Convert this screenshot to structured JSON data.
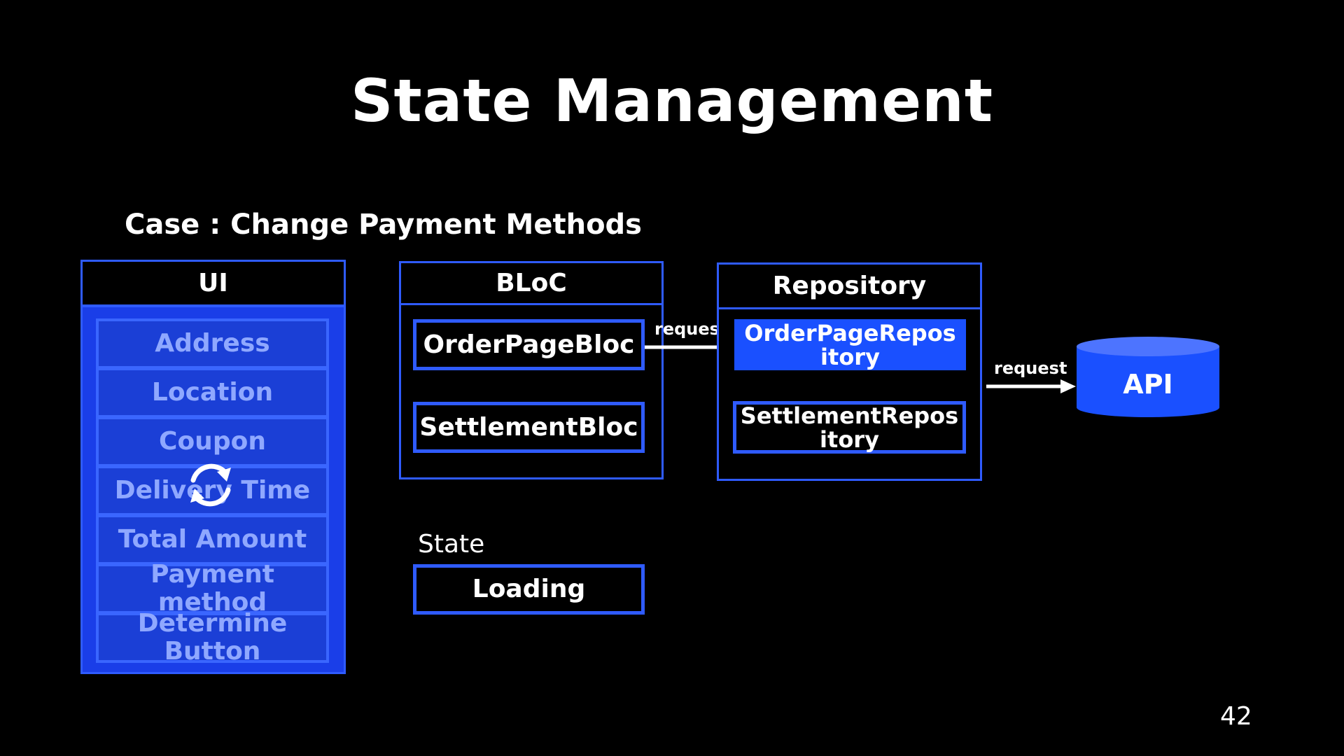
{
  "slide": {
    "title": "State Management",
    "subtitle": "Case : Change Payment Methods",
    "page_number": "42"
  },
  "ui": {
    "header": "UI",
    "items": [
      "Address",
      "Location",
      "Coupon",
      "Delivery Time",
      "Total Amount",
      "Payment method",
      "Determine Button"
    ]
  },
  "bloc": {
    "header": "BLoC",
    "items": [
      "OrderPageBloc",
      "SettlementBloc"
    ]
  },
  "repository": {
    "header": "Repository",
    "items": [
      "OrderPageRepository",
      "SettlementRepository"
    ]
  },
  "api": {
    "label": "API"
  },
  "arrows": {
    "bloc_to_repo": "request",
    "repo_to_api": "request"
  },
  "state": {
    "label": "State",
    "value": "Loading"
  },
  "colors": {
    "background": "#000000",
    "accent_blue": "#2f5bff",
    "fill_blue": "#1a50ff",
    "text_muted_blue": "#8fa8ff"
  },
  "icons": {
    "ui_overlay": "refresh-icon"
  }
}
